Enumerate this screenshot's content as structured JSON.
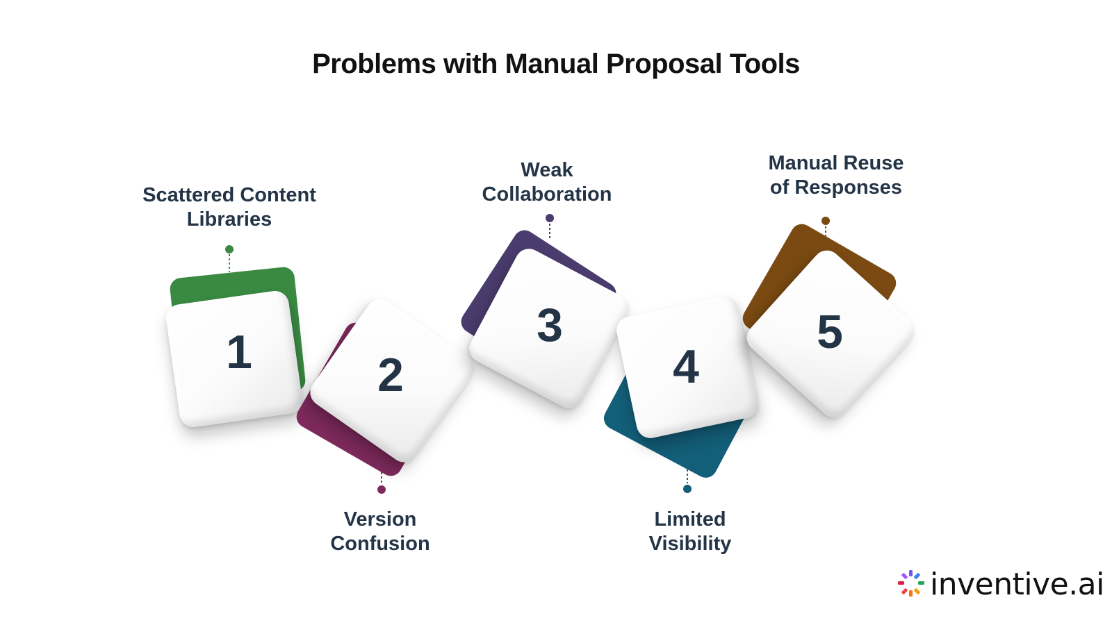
{
  "title": "Problems with Manual Proposal Tools",
  "colors": {
    "step1": "#3a8a43",
    "step2": "#7e2a5c",
    "step3": "#4a3c6d",
    "step4": "#135e78",
    "step5": "#7a4a12",
    "text": "#243447"
  },
  "steps": [
    {
      "number": "1",
      "label_lines": [
        "Scattered Content",
        "Libraries"
      ]
    },
    {
      "number": "2",
      "label_lines": [
        "Version",
        "Confusion"
      ]
    },
    {
      "number": "3",
      "label_lines": [
        "Weak",
        "Collaboration"
      ]
    },
    {
      "number": "4",
      "label_lines": [
        "Limited",
        "Visibility"
      ]
    },
    {
      "number": "5",
      "label_lines": [
        "Manual Reuse",
        "of Responses"
      ]
    }
  ],
  "logo": {
    "text": "inventive.ai",
    "icon": "inventive-ai-logo-icon"
  }
}
